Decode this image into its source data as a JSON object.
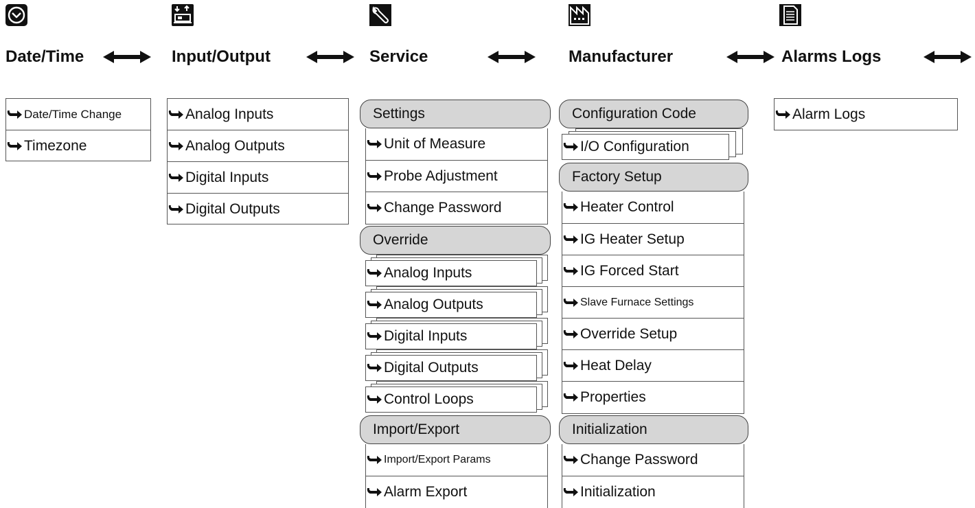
{
  "headers": [
    {
      "label": "Date/Time",
      "icon": "clock-icon"
    },
    {
      "label": "Input/Output",
      "icon": "input-output-icon"
    },
    {
      "label": "Service",
      "icon": "wrench-icon"
    },
    {
      "label": "Manufacturer",
      "icon": "factory-icon"
    },
    {
      "label": "Alarms Logs",
      "icon": "document-icon"
    }
  ],
  "date_time": {
    "items": [
      "Date/Time Change",
      "Timezone"
    ]
  },
  "input_output": {
    "items": [
      "Analog Inputs",
      "Analog Outputs",
      "Digital Inputs",
      "Digital Outputs"
    ]
  },
  "service": {
    "groups": [
      {
        "title": "Settings",
        "items": [
          "Unit of Measure",
          "Probe Adjustment",
          "Change Password"
        ]
      },
      {
        "title": "Override",
        "items": [
          "Analog Inputs",
          "Analog Outputs",
          "Digital Inputs",
          "Digital Outputs",
          "Control Loops"
        ]
      },
      {
        "title": "Import/Export",
        "items": [
          "Import/Export Params",
          "Alarm Export"
        ]
      }
    ]
  },
  "manufacturer": {
    "groups": [
      {
        "title": "Configuration Code",
        "items": [
          "I/O Configuration"
        ]
      },
      {
        "title": "Factory Setup",
        "items": [
          "Heater Control",
          "IG Heater Setup",
          "IG Forced Start",
          "Slave Furnace Settings",
          "Override Setup",
          "Heat Delay",
          "Properties"
        ]
      },
      {
        "title": "Initialization",
        "items": [
          "Change Password",
          "Initialization"
        ]
      }
    ]
  },
  "alarms_logs": {
    "items": [
      "Alarm Logs"
    ]
  },
  "colors": {
    "pill_fill": "#d6d6d6",
    "border": "#555555",
    "text": "#111111"
  }
}
